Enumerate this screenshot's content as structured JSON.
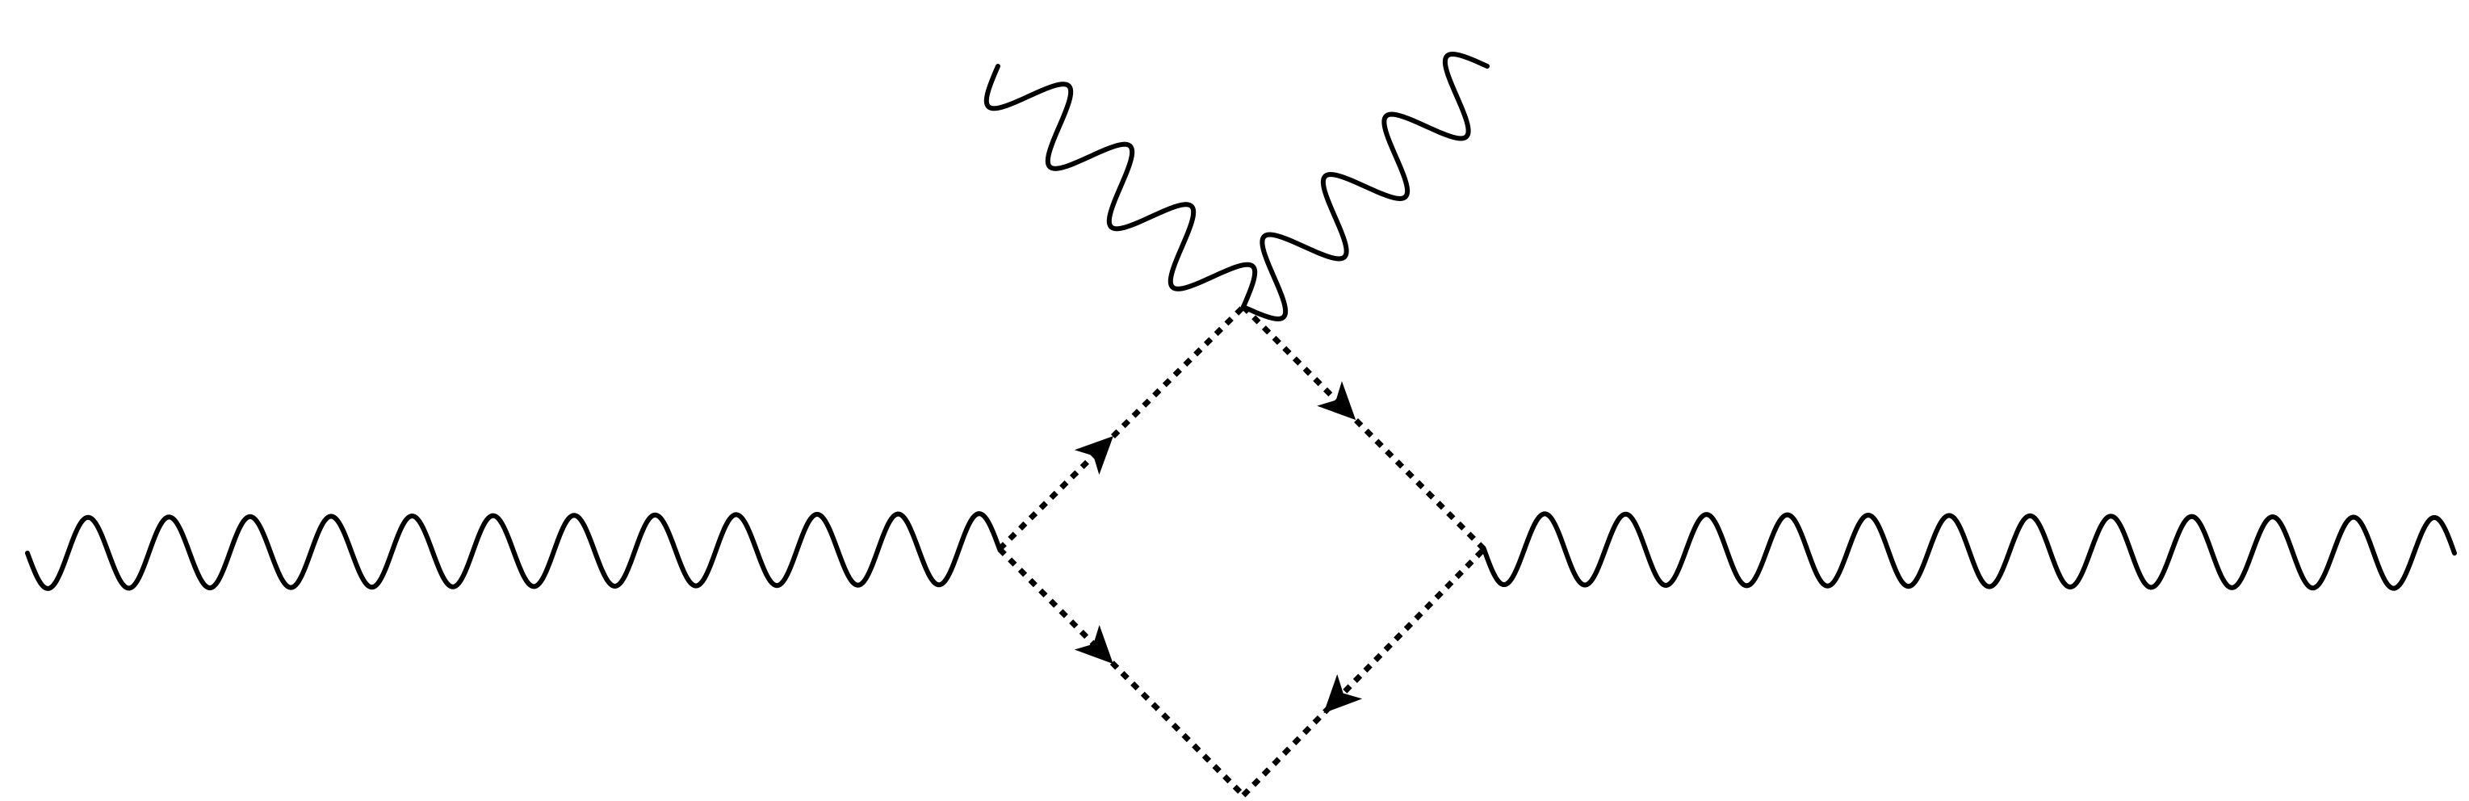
{
  "diagram": {
    "kind": "feynman-diagram",
    "background": "#ffffff",
    "stroke_color": "#000000",
    "nodes": [
      {
        "id": "vertex-left"
      },
      {
        "id": "vertex-top"
      },
      {
        "id": "vertex-right"
      },
      {
        "id": "vertex-bottom"
      }
    ],
    "propagators": [
      {
        "id": "photon-incoming-left",
        "style": "wavy",
        "from": "external",
        "to": "vertex-left"
      },
      {
        "id": "photon-outgoing-right",
        "style": "wavy",
        "from": "vertex-right",
        "to": "external"
      },
      {
        "id": "photon-upper-left",
        "style": "wavy",
        "from": "vertex-top",
        "to": "external"
      },
      {
        "id": "photon-upper-right",
        "style": "wavy",
        "from": "vertex-top",
        "to": "external"
      },
      {
        "id": "ghost-left-top",
        "style": "dotted",
        "arrow": "forward",
        "from": "vertex-left",
        "to": "vertex-top"
      },
      {
        "id": "ghost-top-right",
        "style": "dotted",
        "arrow": "forward",
        "from": "vertex-top",
        "to": "vertex-right"
      },
      {
        "id": "ghost-left-bottom",
        "style": "dotted",
        "arrow": "forward",
        "from": "vertex-left",
        "to": "vertex-bottom"
      },
      {
        "id": "ghost-bottom-right",
        "style": "dotted",
        "arrow": "backward",
        "from": "vertex-bottom",
        "to": "vertex-right"
      }
    ]
  }
}
